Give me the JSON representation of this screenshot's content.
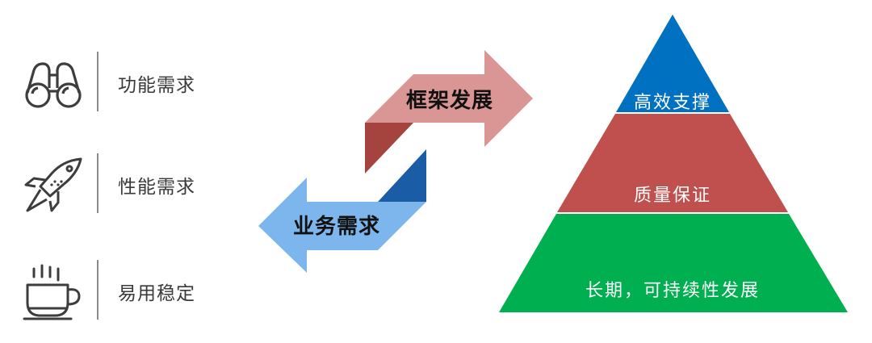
{
  "features": [
    {
      "icon": "binoculars-icon",
      "label": "功能需求"
    },
    {
      "icon": "rocket-icon",
      "label": "性能需求"
    },
    {
      "icon": "coffee-cup-icon",
      "label": "易用稳定"
    }
  ],
  "arrows": {
    "forward": {
      "label": "框架发展",
      "color": "#DA9694",
      "fold_color": "#A5443F"
    },
    "backward": {
      "label": "业务需求",
      "color": "#7DB6EC",
      "fold_color": "#1A5CA6"
    }
  },
  "pyramid": {
    "levels": [
      {
        "label": "高效支撑",
        "color": "#0070C0"
      },
      {
        "label": "质量保证",
        "color": "#C0504D"
      },
      {
        "label": "长期，可持续性发展",
        "color": "#00B050"
      }
    ]
  }
}
